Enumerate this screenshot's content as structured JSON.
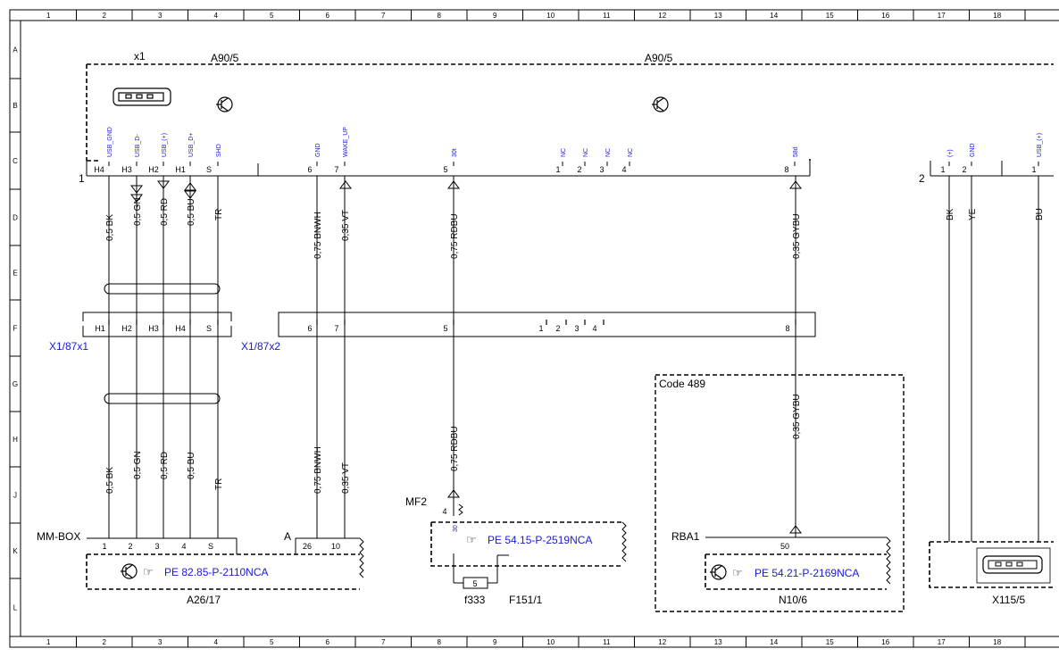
{
  "grid": {
    "cols": [
      "1",
      "2",
      "3",
      "4",
      "5",
      "6",
      "7",
      "8",
      "9",
      "10",
      "11",
      "12",
      "13",
      "14",
      "15",
      "16",
      "17",
      "18"
    ],
    "rows": [
      "A",
      "B",
      "C",
      "D",
      "E",
      "F",
      "G",
      "H",
      "J",
      "K",
      "L"
    ]
  },
  "components": {
    "a90_left": "A90/5",
    "a90_right": "A90/5",
    "x1": "x1",
    "conn1": "1",
    "conn2": "2",
    "x1_87x1": "X1/87x1",
    "x1_87x2": "X1/87x2",
    "mf2": "MF2",
    "mm_box": "MM-BOX",
    "a_label": "A",
    "a26_17": "A26/17",
    "f333": "f333",
    "f151_1": "F151/1",
    "code489": "Code 489",
    "rba1": "RBA1",
    "n10_6": "N10/6",
    "x115_5": "X115/5"
  },
  "signals": [
    "USB_GND",
    "USB_D-",
    "USB_(+)",
    "USB_D+",
    "SHD",
    "GND",
    "WAKE_UP",
    "30t",
    "NC",
    "NC",
    "NC",
    "NC",
    "58d",
    "(+)",
    "GND",
    "USB_(+)"
  ],
  "pins_top": [
    "H4",
    "H3",
    "H2",
    "H1",
    "S",
    "6",
    "7",
    "5",
    "1",
    "2",
    "3",
    "4",
    "8",
    "1",
    "2",
    "1"
  ],
  "pins_mid": [
    "H1",
    "H2",
    "H3",
    "H4",
    "S",
    "6",
    "7",
    "5",
    "1",
    "2",
    "3",
    "4",
    "8"
  ],
  "pins_bottom": [
    "1",
    "2",
    "3",
    "4",
    "S",
    "26",
    "10",
    "4",
    "30",
    "5",
    "50"
  ],
  "wires_upper": [
    "0,5 BK",
    "0,5 GN",
    "0,5 RD",
    "0,5 BU",
    "TR",
    "0,75 BNWH",
    "0,35 VT",
    "0,75 RDBU",
    "0,35 GYBU",
    "BK",
    "YE",
    "BU"
  ],
  "wires_lower": [
    "0,5 BK",
    "0,5 GN",
    "0,5 RD",
    "0,5 BU",
    "TR",
    "0,75 BNWH",
    "0,35 VT",
    "0,75 RDBU",
    "0,35 GYBU"
  ],
  "refs": {
    "pe_a26": "PE 82.85-P-2110NCA",
    "pe_f151": "PE 54.15-P-2519NCA",
    "pe_n10": "PE 54.21-P-2169NCA"
  }
}
